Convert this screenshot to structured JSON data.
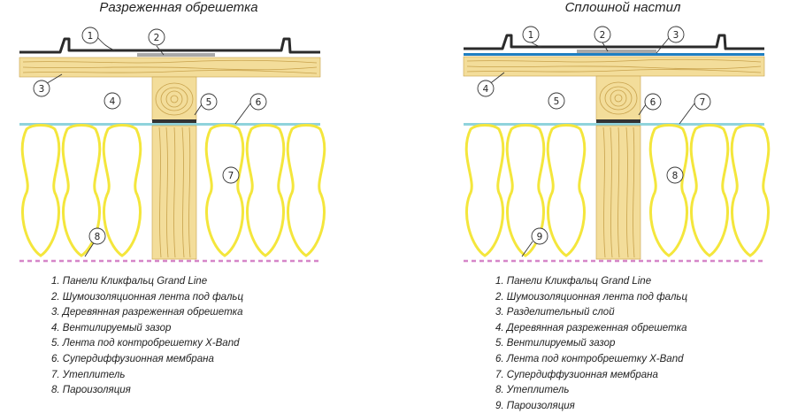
{
  "colors": {
    "panel_metal": "#2b2b2b",
    "tape": "#a9a9a9",
    "wood": "#f3dd9a",
    "wood_grain": "#c8a24c",
    "insulation": "#f4e63c",
    "membrane": "#8fd3dc",
    "separation_layer": "#1f7fc2",
    "vapor_barrier": "#d686c8"
  },
  "left": {
    "title": "Разреженная обрешетка",
    "callouts": [
      "1",
      "2",
      "3",
      "4",
      "5",
      "6",
      "7",
      "8"
    ],
    "legend": [
      "1. Панели Кликфальц  Grand Line",
      "2. Шумоизоляционная лента под фальц",
      "3. Деревянная разреженная обрешетка",
      "4. Вентилируемый зазор",
      "5. Лента под контробрешетку X-Band",
      "6. Супердиффузионная мембрана",
      "7. Утеплитель",
      "8. Пароизоляция"
    ]
  },
  "right": {
    "title": "Сплошной настил",
    "callouts": [
      "1",
      "2",
      "3",
      "4",
      "5",
      "6",
      "7",
      "8",
      "9"
    ],
    "legend": [
      "1. Панели Кликфальц Grand Line",
      "2. Шумоизоляционная лента под фальц",
      "3. Разделительный слой",
      "4. Деревянная разреженная обрешетка",
      "5. Вентилируемый зазор",
      "6. Лента под контробрешетку X-Band",
      "7. Супердиффузионная мембрана",
      "8. Утеплитель",
      "9. Пароизоляция"
    ]
  }
}
